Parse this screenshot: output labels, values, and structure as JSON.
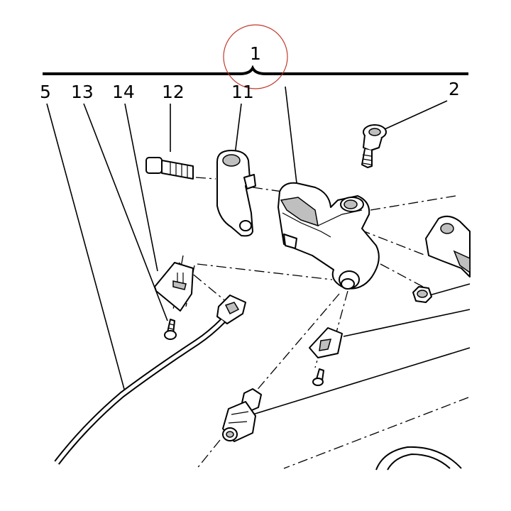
{
  "callouts": {
    "c1": "1",
    "c2": "2",
    "c5": "5",
    "c11": "11",
    "c12": "12",
    "c13": "13",
    "c14": "14"
  },
  "colors": {
    "line": "#000000",
    "highlight_circle": "#c0392b",
    "shade": "#bfbfbf",
    "background": "#ffffff"
  }
}
